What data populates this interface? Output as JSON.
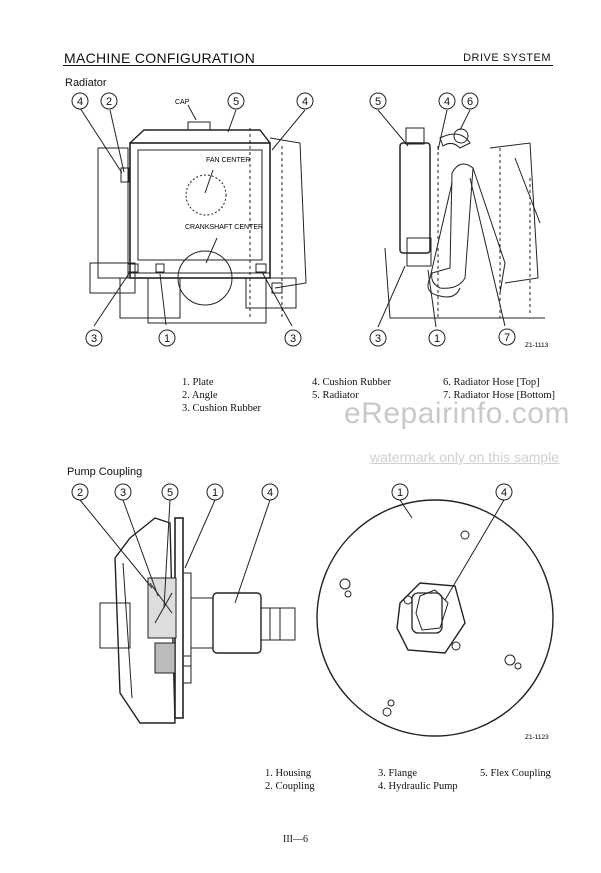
{
  "header": {
    "title": "MACHINE CONFIGURATION",
    "section": "DRIVE SYSTEM"
  },
  "radiator": {
    "heading": "Radiator",
    "labels": {
      "cap": "CAP",
      "fan_center": "FAN CENTER",
      "crankshaft_center": "CRANKSHAFT CENTER"
    },
    "figure_code": "Z1-1113",
    "callouts": [
      "4",
      "2",
      "5",
      "4",
      "5",
      "4",
      "6",
      "3",
      "1",
      "3",
      "3",
      "1",
      "7"
    ],
    "legend": [
      [
        "1. Plate",
        "2. Angle",
        "3. Cushion Rubber"
      ],
      [
        "4. Cushion Rubber",
        "5. Radiator"
      ],
      [
        "6. Radiator Hose [Top]",
        "7. Radiator Hose [Bottom]"
      ]
    ]
  },
  "pump": {
    "heading": "Pump Coupling",
    "figure_code": "Z1-1123",
    "callouts": [
      "2",
      "3",
      "5",
      "1",
      "4",
      "1",
      "4"
    ],
    "legend": [
      [
        "1. Housing",
        "2. Coupling"
      ],
      [
        "3. Flange",
        "4. Hydraulic Pump"
      ],
      [
        "5. Flex Coupling"
      ]
    ]
  },
  "watermark": {
    "brand": "eRepairinfo.com",
    "note": "watermark only on this sample"
  },
  "page_number": "III—6"
}
